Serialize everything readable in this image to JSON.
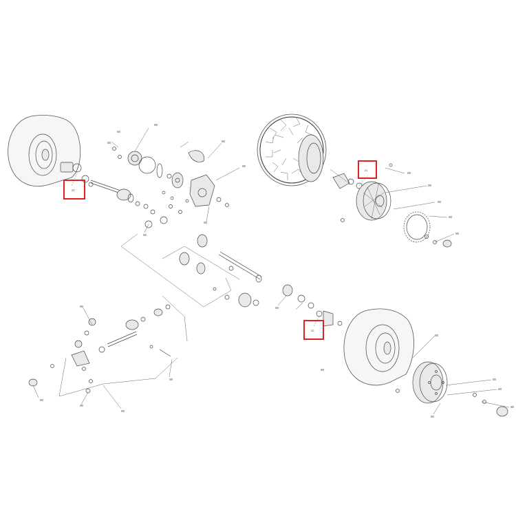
{
  "diagram": {
    "reference_code": "",
    "callouts": [
      {
        "id": "c1",
        "text": "23"
      },
      {
        "id": "c2",
        "text": "21"
      },
      {
        "id": "c3",
        "text": "22"
      }
    ],
    "watermark_text": ""
  },
  "colors": {
    "highlight": "#e02020",
    "line": "#444444",
    "background": "#ffffff"
  }
}
